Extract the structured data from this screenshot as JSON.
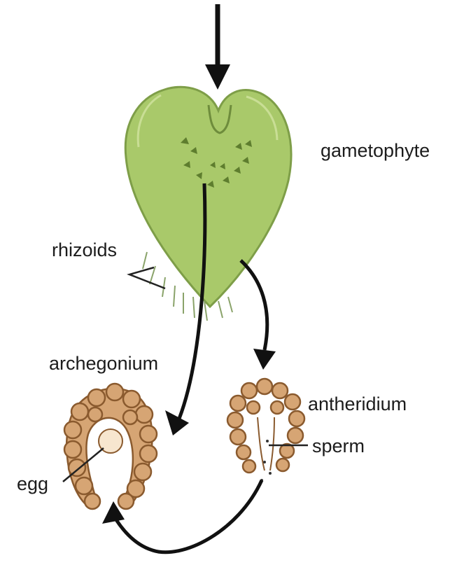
{
  "labels": {
    "gametophyte": "gametophyte",
    "rhizoids": "rhizoids",
    "archegonium": "archegonium",
    "antheridium": "antheridium",
    "sperm": "sperm",
    "egg": "egg"
  },
  "colors": {
    "thallus_fill": "#a9c96a",
    "thallus_edge": "#7e9e48",
    "cell_fill": "#d6a574",
    "cell_edge": "#8a5a2e",
    "egg_fill": "#f7e6cf",
    "arrow": "#111111",
    "label": "#1c1c1c"
  }
}
